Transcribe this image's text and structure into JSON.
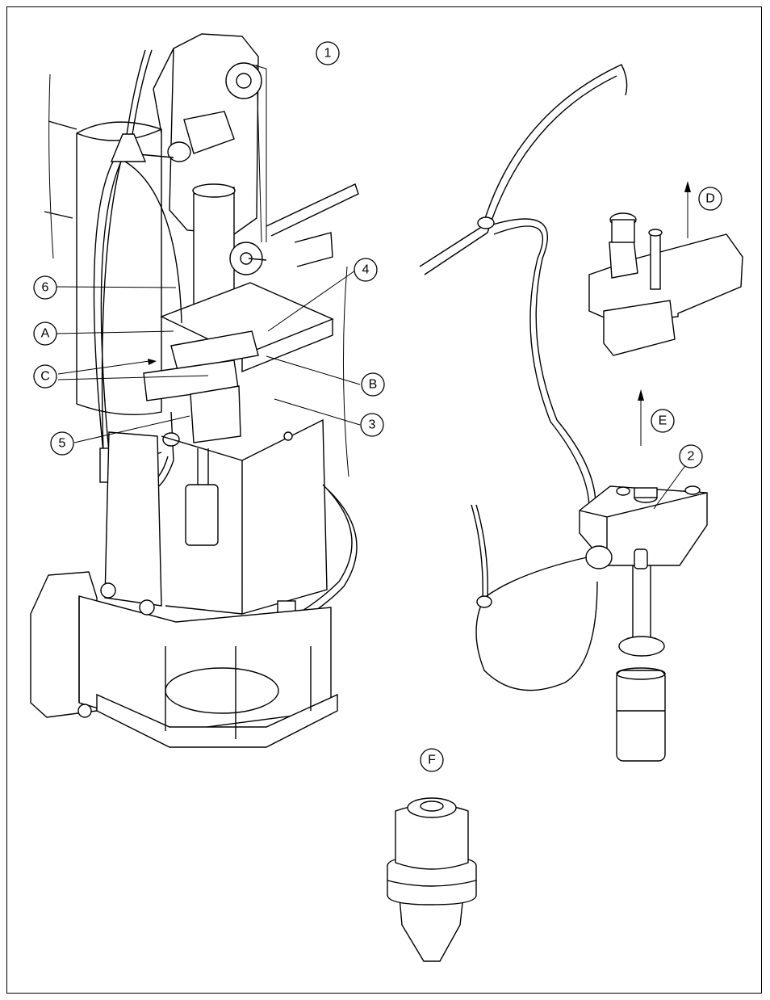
{
  "callouts": {
    "c1": "1",
    "c2": "2",
    "c3": "3",
    "c4": "4",
    "c5": "5",
    "c6": "6",
    "cA": "A",
    "cB": "B",
    "cC": "C",
    "cD": "D",
    "cE": "E",
    "cF": "F"
  }
}
